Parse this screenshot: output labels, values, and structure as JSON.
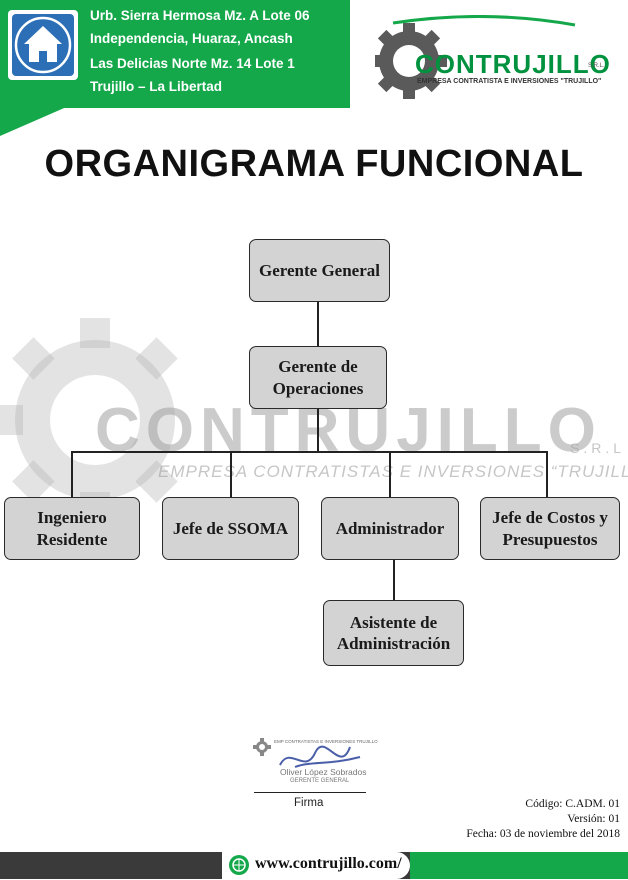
{
  "header": {
    "address_lines": [
      "Urb. Sierra Hermosa Mz. A Lote 06",
      "Independencia, Huaraz, Ancash",
      "Las Delicias Norte Mz. 14 Lote 1",
      "Trujillo – La Libertad"
    ],
    "icon": "home-icon"
  },
  "logo": {
    "name": "CONTRUJILLO",
    "suffix": "S.R.L.",
    "tagline": "EMPRESA CONTRATISTA E INVERSIONES \"TRUJILLO\""
  },
  "title": "ORGANIGRAMA FUNCIONAL",
  "watermark": {
    "name": "CONTRUJILLO",
    "suffix": "S.R.L",
    "tagline": "EMPRESA CONTRATISTAS E INVERSIONES “TRUJILLO”"
  },
  "org": {
    "gerente_general": "Gerente General",
    "gerente_operaciones": "Gerente de Operaciones",
    "ingeniero_residente": "Ingeniero Residente",
    "jefe_ssoma": "Jefe de SSOMA",
    "administrador": "Administrador",
    "jefe_costos": "Jefe de Costos y Presupuestos",
    "asistente_admin": "Asistente de Administración"
  },
  "signature": {
    "stamp_line1": "EMP CONTRATISTAS E INVERSIONES TRUJILLO",
    "name": "Oliver López Sobrados",
    "role": "GERENTE GENERAL",
    "label": "Firma"
  },
  "meta": {
    "codigo": "Código:  C.ADM. 01",
    "version": "Versión: 01",
    "fecha": "Fecha: 03 de noviembre del 2018"
  },
  "footer": {
    "url": "www.contrujillo.com/"
  },
  "colors": {
    "green": "#14a84a",
    "blue": "#2d6fb6",
    "box": "#d3d3d3"
  }
}
